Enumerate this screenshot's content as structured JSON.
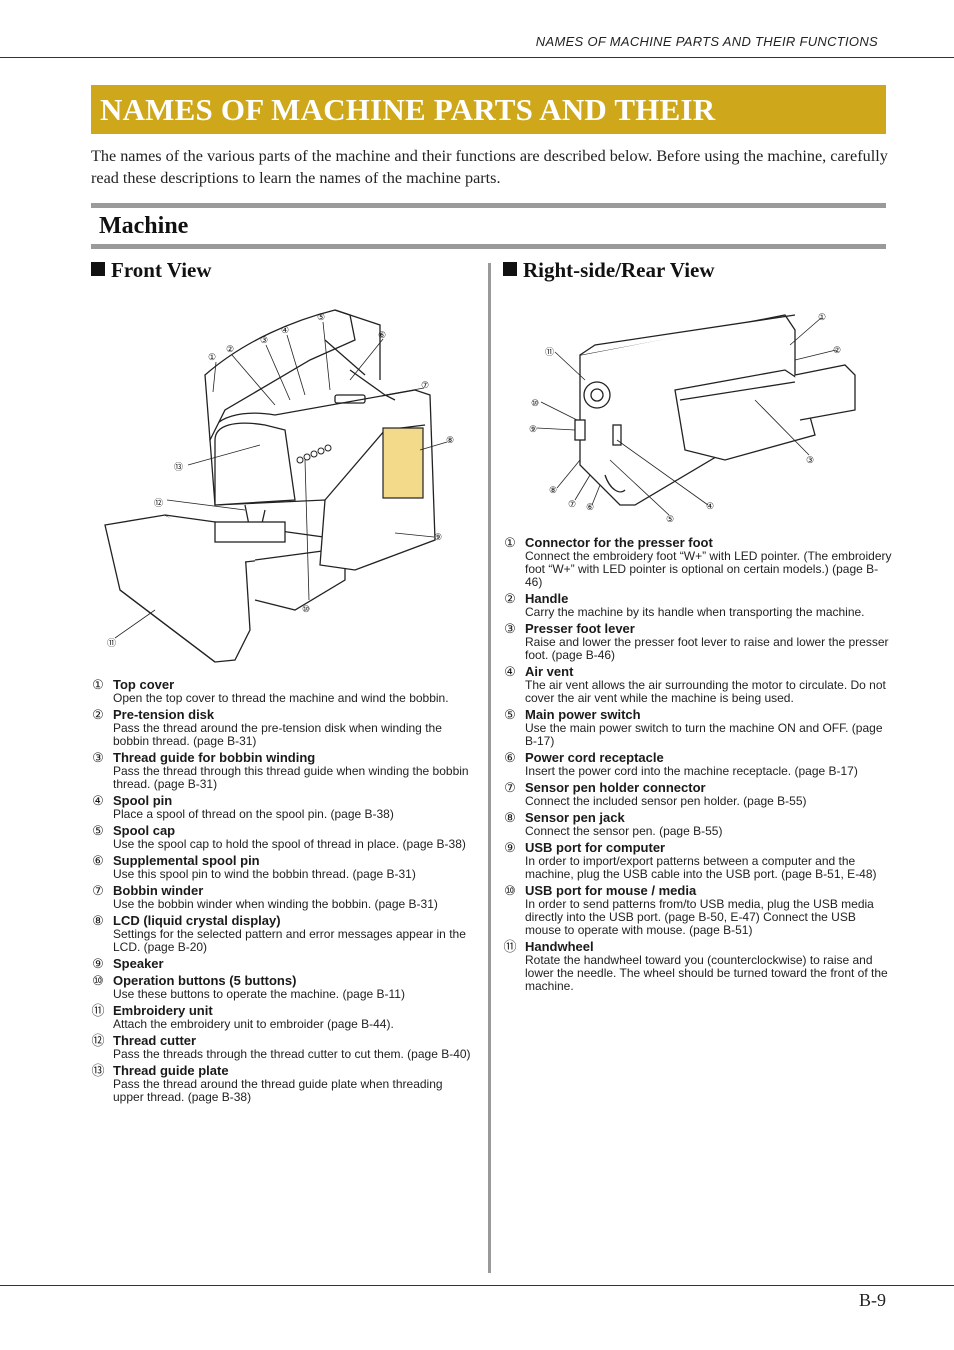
{
  "running_header": "NAMES OF MACHINE PARTS AND THEIR FUNCTIONS",
  "title": "NAMES OF MACHINE PARTS AND THEIR FUNCTIONS",
  "intro": "The names of the various parts of the machine and their functions are described below. Before using the machine, carefully read these descriptions to learn the names of the machine parts.",
  "section_title": "Machine",
  "front_view": {
    "heading": "Front View",
    "callouts": [
      "①",
      "②",
      "③",
      "④",
      "⑤",
      "⑥",
      "⑦",
      "⑧",
      "⑨",
      "⑩",
      "⑪",
      "⑫",
      "⑬"
    ],
    "items": [
      {
        "num": "①",
        "name": "Top cover",
        "desc": "Open the top cover to thread the machine and wind the bobbin."
      },
      {
        "num": "②",
        "name": "Pre-tension disk",
        "desc": "Pass the thread around the pre-tension disk when winding the bobbin thread. (page B-31)"
      },
      {
        "num": "③",
        "name": "Thread guide for bobbin winding",
        "desc": "Pass the thread through this thread guide when winding the bobbin thread. (page B-31)"
      },
      {
        "num": "④",
        "name": "Spool pin",
        "desc": "Place a spool of thread on the spool pin. (page B-38)"
      },
      {
        "num": "⑤",
        "name": "Spool cap",
        "desc": "Use the spool cap to hold the spool of thread in place. (page B-38)"
      },
      {
        "num": "⑥",
        "name": "Supplemental spool pin",
        "desc": "Use this spool pin to wind the bobbin thread. (page B-31)"
      },
      {
        "num": "⑦",
        "name": "Bobbin winder",
        "desc": "Use the bobbin winder when winding the bobbin. (page B-31)"
      },
      {
        "num": "⑧",
        "name": "LCD (liquid crystal display)",
        "desc": "Settings for the selected pattern and error messages appear in the LCD. (page B-20)"
      },
      {
        "num": "⑨",
        "name": "Speaker",
        "desc": ""
      },
      {
        "num": "⑩",
        "name": "Operation buttons (5 buttons)",
        "desc": "Use these buttons to operate the machine. (page B-11)"
      },
      {
        "num": "⑪",
        "name": "Embroidery unit",
        "desc": "Attach the embroidery unit to embroider (page B-44)."
      },
      {
        "num": "⑫",
        "name": "Thread cutter",
        "desc": "Pass the threads through the thread cutter to cut them. (page B-40)"
      },
      {
        "num": "⑬",
        "name": "Thread guide plate",
        "desc": "Pass the thread around the thread guide plate when threading upper thread. (page B-38)"
      }
    ]
  },
  "rear_view": {
    "heading": "Right-side/Rear View",
    "callouts": [
      "①",
      "②",
      "③",
      "④",
      "⑤",
      "⑥",
      "⑦",
      "⑧",
      "⑨",
      "⑩",
      "⑪"
    ],
    "items": [
      {
        "num": "①",
        "name": "Connector for the presser foot",
        "desc": "Connect the embroidery foot “W+” with LED pointer. (The embroidery foot “W+” with LED pointer is optional on certain models.) (page B-46)"
      },
      {
        "num": "②",
        "name": "Handle",
        "desc": "Carry the machine by its handle when transporting the machine."
      },
      {
        "num": "③",
        "name": "Presser foot lever",
        "desc": "Raise and lower the presser foot lever to raise and lower the presser foot. (page B-46)"
      },
      {
        "num": "④",
        "name": "Air vent",
        "desc": "The air vent allows the air surrounding the motor to circulate. Do not cover the air vent while the machine is being used."
      },
      {
        "num": "⑤",
        "name": "Main power switch",
        "desc": "Use the main power switch to turn the machine ON and OFF. (page B-17)"
      },
      {
        "num": "⑥",
        "name": "Power cord receptacle",
        "desc": "Insert the power cord into the machine receptacle. (page B-17)"
      },
      {
        "num": "⑦",
        "name": "Sensor pen holder connector",
        "desc": "Connect the included sensor pen holder. (page B-55)"
      },
      {
        "num": "⑧",
        "name": "Sensor pen jack",
        "desc": "Connect the sensor pen. (page B-55)"
      },
      {
        "num": "⑨",
        "name": "USB port for computer",
        "desc": "In order to import/export patterns between a computer and the machine, plug the USB cable into the USB port. (page B-51, E-48)"
      },
      {
        "num": "⑩",
        "name": "USB port for mouse / media",
        "desc": "In order to send patterns from/to USB media, plug the USB media directly into the USB port. (page B-50, E-47) Connect the USB mouse to operate with mouse. (page B-51)"
      },
      {
        "num": "⑪",
        "name": "Handwheel",
        "desc": "Rotate the handwheel toward you (counterclockwise) to raise and lower the needle. The wheel should be turned toward the front of the machine."
      }
    ]
  },
  "page_number": "B-9",
  "colors": {
    "title_bar": "#cfa71a",
    "lcd": "#f3d98a",
    "rule": "#9a9a9a"
  }
}
